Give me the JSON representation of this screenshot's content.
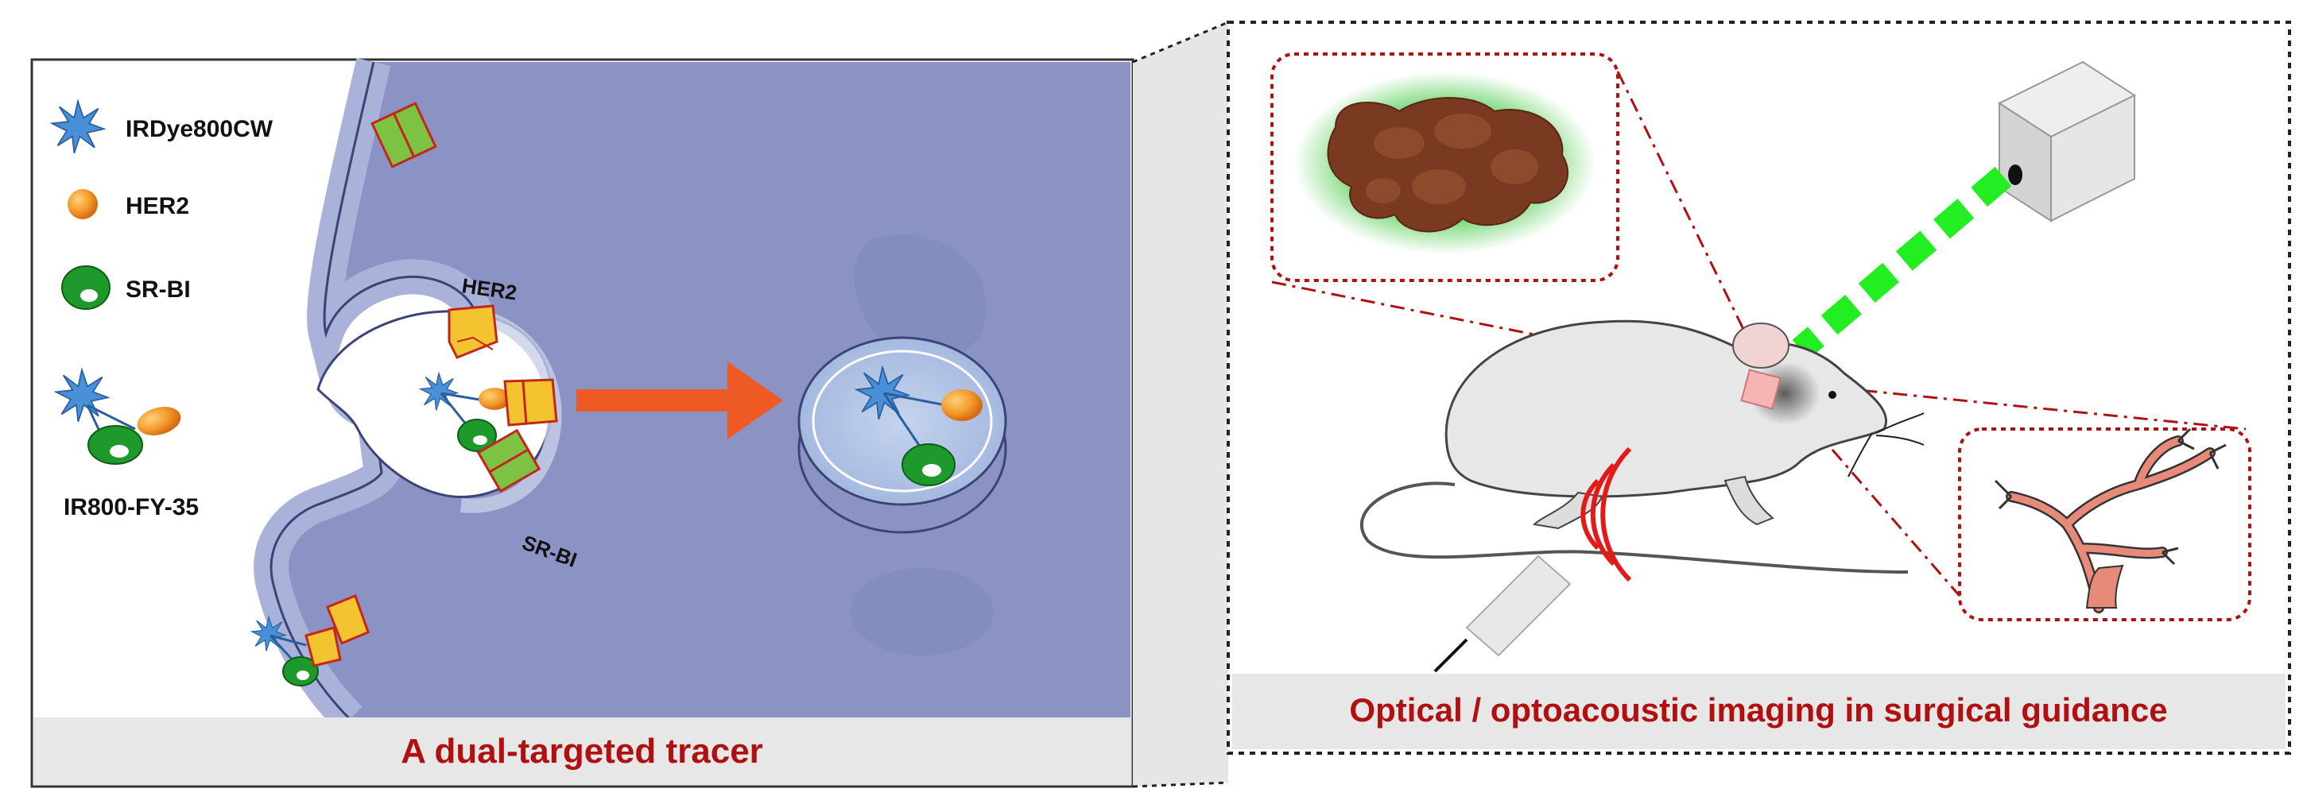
{
  "legend": {
    "dye": "IRDye800CW",
    "her2": "HER2",
    "srbi": "SR-BI",
    "tracer": "IR800-FY-35"
  },
  "cell_labels": {
    "her2": "HER2",
    "srbi": "SR-BI"
  },
  "captions": {
    "left": "A dual-targeted tracer",
    "right": "Optical / optoacoustic imaging in surgical guidance"
  },
  "colors": {
    "cell_fill": "#8a93c4",
    "membrane": "#a9b2d8",
    "receptor_her2": "#f4c430",
    "receptor_srbi": "#7dc242",
    "dye": "#4a90d9",
    "caption_red": "#b01010",
    "arrow": "#ef5a24",
    "laser": "#22ee22",
    "tumor": "#7a3a22",
    "vessel": "#e88a7a"
  },
  "icons": [
    "dye-star-icon",
    "her2-ball-icon",
    "srbi-blob-icon",
    "mouse-icon",
    "laser-device-icon",
    "ultrasound-probe-icon",
    "sound-wave-icon",
    "tumor-icon",
    "vessel-tree-icon"
  ]
}
